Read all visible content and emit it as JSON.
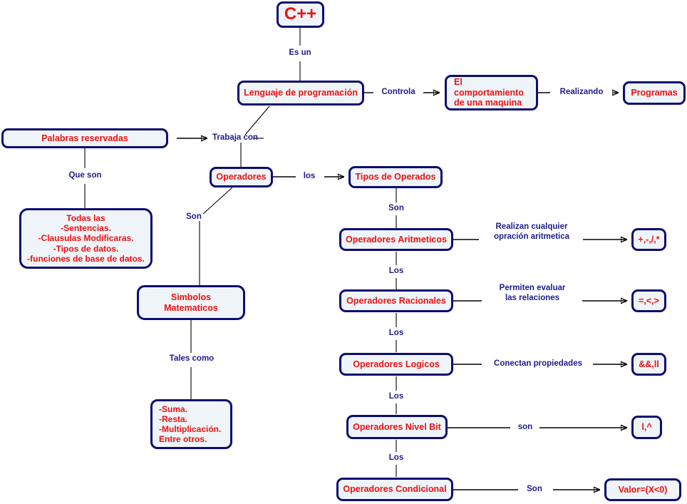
{
  "diagram": {
    "title": "Mapa conceptual C++",
    "colors": {
      "node_border": "#0d0d72",
      "node_fill": "#eef4f8",
      "node_text": "#ee1111",
      "link_label_text": "#1c1c8c",
      "connector": "#000000",
      "background": "#ffffff"
    }
  },
  "nodes": {
    "root": "C++",
    "lenguaje": "Lenguaje de programación",
    "comportamiento": "El comportamiento\nde una maquina",
    "programas": "Programas",
    "palabras_reservadas": "Palabras reservadas",
    "todas_las": "Todas las\n-Sentencias.\n-Clausulas Modificaras.\n-Tipos de datos.\n-funciones de base de datos.",
    "operadores": "Operadores",
    "tipos_de_operados": "Tipos de Operados",
    "simbolos_matematicos": "Simbolos Matematicos",
    "suma_resta": "-Suma.\n-Resta.\n-Multiplicación.\nEntre otros.",
    "op_aritmeticos": "Operadores Aritmeticos",
    "op_racionales": "Operadores Racionales",
    "op_logicos": "Operadores Logicos",
    "op_nivel_bit": "Operadores Nivel Bit",
    "op_condicional": "Operadores Condicional",
    "sym_aritmeticos": "+,-,/,*",
    "sym_racionales": "=,<,>",
    "sym_logicos": "&&,ll",
    "sym_nivel_bit": "l,^",
    "sym_condicional": "Valor=(X<0)"
  },
  "links": {
    "es_un": "Es un",
    "controla": "Controla",
    "realizando": "Realizando",
    "trabaja_con": "Trabaja con",
    "que_son": "Que son",
    "los": "los",
    "son_operadores": "Son",
    "tales_como": "Tales como",
    "son_tipos": "Son",
    "realizan_cualquier": "Realizan cualquier\nopración aritmetica",
    "los_1": "Los",
    "permiten_evaluar": "Permiten evaluar\nlas relaciones",
    "los_2": "Los",
    "conectan_propiedades": "Conectan propiedades",
    "los_3": "Los",
    "son_bit": "son",
    "los_4": "Los",
    "son_condicional": "Son"
  }
}
